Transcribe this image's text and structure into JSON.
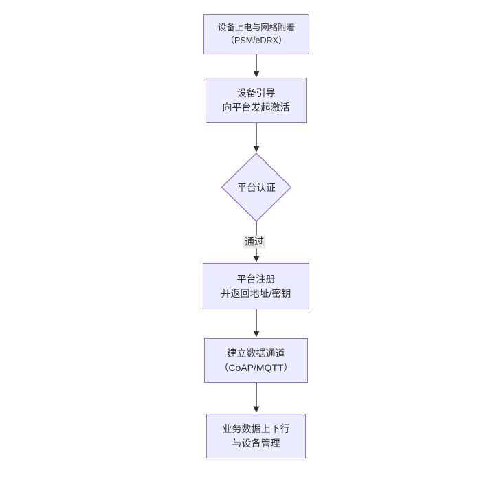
{
  "colors": {
    "background": "#ffffff",
    "node_fill": "#ECECFF",
    "node_border": "#9370DB",
    "edge_line": "#333333",
    "edge_label_bg": "#e8e8e8",
    "text": "#333333"
  },
  "diagram": {
    "type": "flowchart-top-down",
    "nodes": [
      {
        "id": "power-attach",
        "shape": "rect",
        "lines": [
          "设备上电与网络附着",
          "（PSM/eDRX）"
        ]
      },
      {
        "id": "bootstrap",
        "shape": "rect",
        "lines": [
          "设备引导",
          "向平台发起激活"
        ]
      },
      {
        "id": "auth",
        "shape": "diamond",
        "lines": [
          "平台认证"
        ]
      },
      {
        "id": "register",
        "shape": "rect",
        "lines": [
          "平台注册",
          "并返回地址/密钥"
        ]
      },
      {
        "id": "channel",
        "shape": "rect",
        "lines": [
          "建立数据通道",
          "（CoAP/MQTT）"
        ]
      },
      {
        "id": "business",
        "shape": "rect",
        "lines": [
          "业务数据上下行",
          "与设备管理"
        ]
      }
    ],
    "edges": [
      {
        "from": "power-attach",
        "to": "bootstrap",
        "label": ""
      },
      {
        "from": "bootstrap",
        "to": "auth",
        "label": ""
      },
      {
        "from": "auth",
        "to": "register",
        "label": "通过"
      },
      {
        "from": "register",
        "to": "channel",
        "label": ""
      },
      {
        "from": "channel",
        "to": "business",
        "label": ""
      }
    ]
  }
}
